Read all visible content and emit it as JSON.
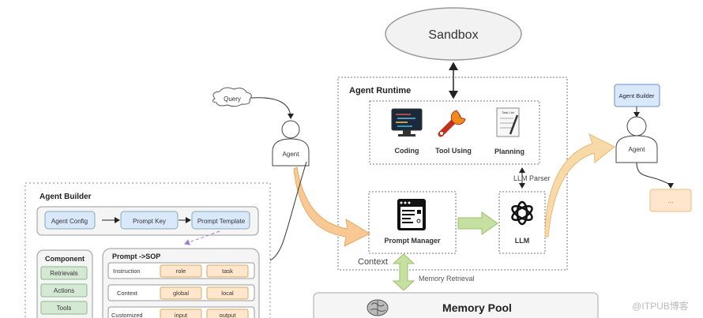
{
  "sandbox": {
    "label": "Sandbox"
  },
  "query": {
    "label": "Query"
  },
  "agent_left": {
    "label": "Agent"
  },
  "agent_runtime": {
    "title": "Agent Runtime",
    "tools": [
      {
        "label": "Coding",
        "icon": "monitor-code-icon"
      },
      {
        "label": "Tool Using",
        "icon": "wrench-icon"
      },
      {
        "label": "Planning",
        "icon": "task-list-icon",
        "icon_text": "Task List"
      }
    ],
    "llm_parser": "LLM Parser",
    "prompt_manager": "Prompt Manager",
    "llm": "LLM",
    "context": "Context"
  },
  "memory_retrieval": "Memory Retrieval",
  "memory_pool": {
    "title": "Memory Pool"
  },
  "agent_builder": {
    "title": "Agent Builder",
    "flow": [
      "Agent Config",
      "Prompt Key",
      "Prompt Template"
    ],
    "component": {
      "title": "Component",
      "items": [
        "Retrievals",
        "Actions",
        "Tools"
      ]
    },
    "sop": {
      "title": "Prompt ->SOP",
      "rows": [
        {
          "label": "Instruction",
          "chips": [
            "role",
            "task"
          ]
        },
        {
          "label": "Context",
          "chips": [
            "global",
            "local"
          ]
        },
        {
          "label": "Customized",
          "chips": [
            "input",
            "output"
          ]
        }
      ]
    }
  },
  "right": {
    "builder": "Agent Builder",
    "agent": "Agent",
    "output": "..."
  },
  "watermark": "@ITPUB博客",
  "colors": {
    "blue_box": "#dae8fc",
    "green_box": "#d5e8d4",
    "orange_box": "#ffe6cc",
    "arrow_orange": "#f8c994",
    "arrow_green": "#c5e0a0"
  }
}
